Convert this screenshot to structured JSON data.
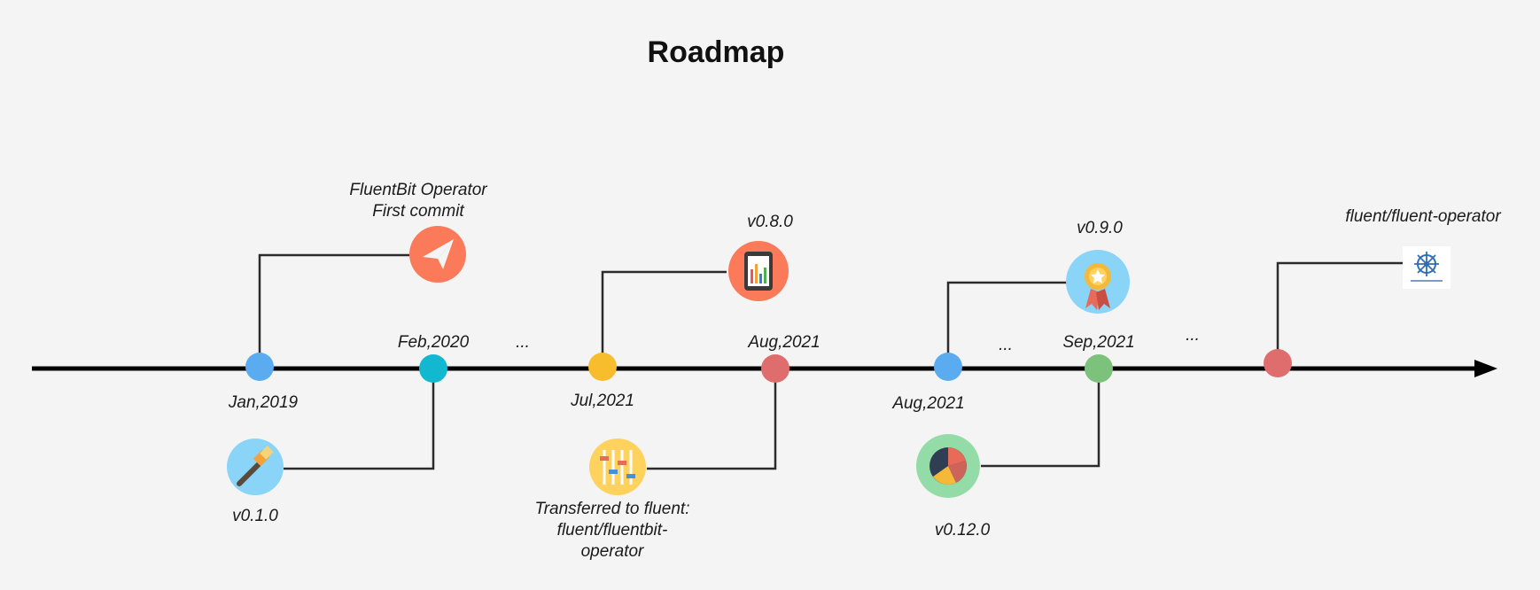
{
  "title": "Roadmap",
  "colors": {
    "background": "#f4f4f4",
    "axis": "#000000",
    "connector": "#2b2b2b",
    "dot_blue": "#5aabef",
    "dot_cyan": "#12b8d0",
    "dot_yellow": "#f8bd2c",
    "dot_red": "#e06d6d",
    "dot_green": "#7cc27c",
    "icon_orange": "#fb7a5a",
    "icon_lightblue": "#8ad4f8",
    "icon_yellow": "#ffd25e",
    "icon_green": "#93dca7"
  },
  "milestones": [
    {
      "date": "Jan,2019",
      "event": "FluentBit Operator First commit",
      "icon": "paper-plane-icon"
    },
    {
      "date": "Feb,2020",
      "event": "v0.1.0",
      "icon": "paintbrush-icon"
    },
    {
      "date": "Jul,2021",
      "event": "v0.8.0",
      "icon": "bar-chart-tablet-icon"
    },
    {
      "date": "Aug,2021",
      "event": "Transferred to fluent: fluent/fluentbit-operator",
      "icon": "sliders-icon"
    },
    {
      "date": "Aug,2021",
      "event": "v0.9.0",
      "icon": "award-medal-icon"
    },
    {
      "date": "Sep,2021",
      "event": "v0.12.0",
      "icon": "pie-chart-icon"
    },
    {
      "date": "",
      "event": "fluent/fluent-operator",
      "icon": "helm-wheel-logo"
    }
  ],
  "ellipses": [
    "...",
    "...",
    "..."
  ],
  "labels": {
    "event1_line1": "FluentBit Operator",
    "event1_line2": "First commit",
    "event3_line1": "Transferred to fluent:",
    "event3_line2": "fluent/fluentbit-",
    "event3_line3": "operator"
  }
}
